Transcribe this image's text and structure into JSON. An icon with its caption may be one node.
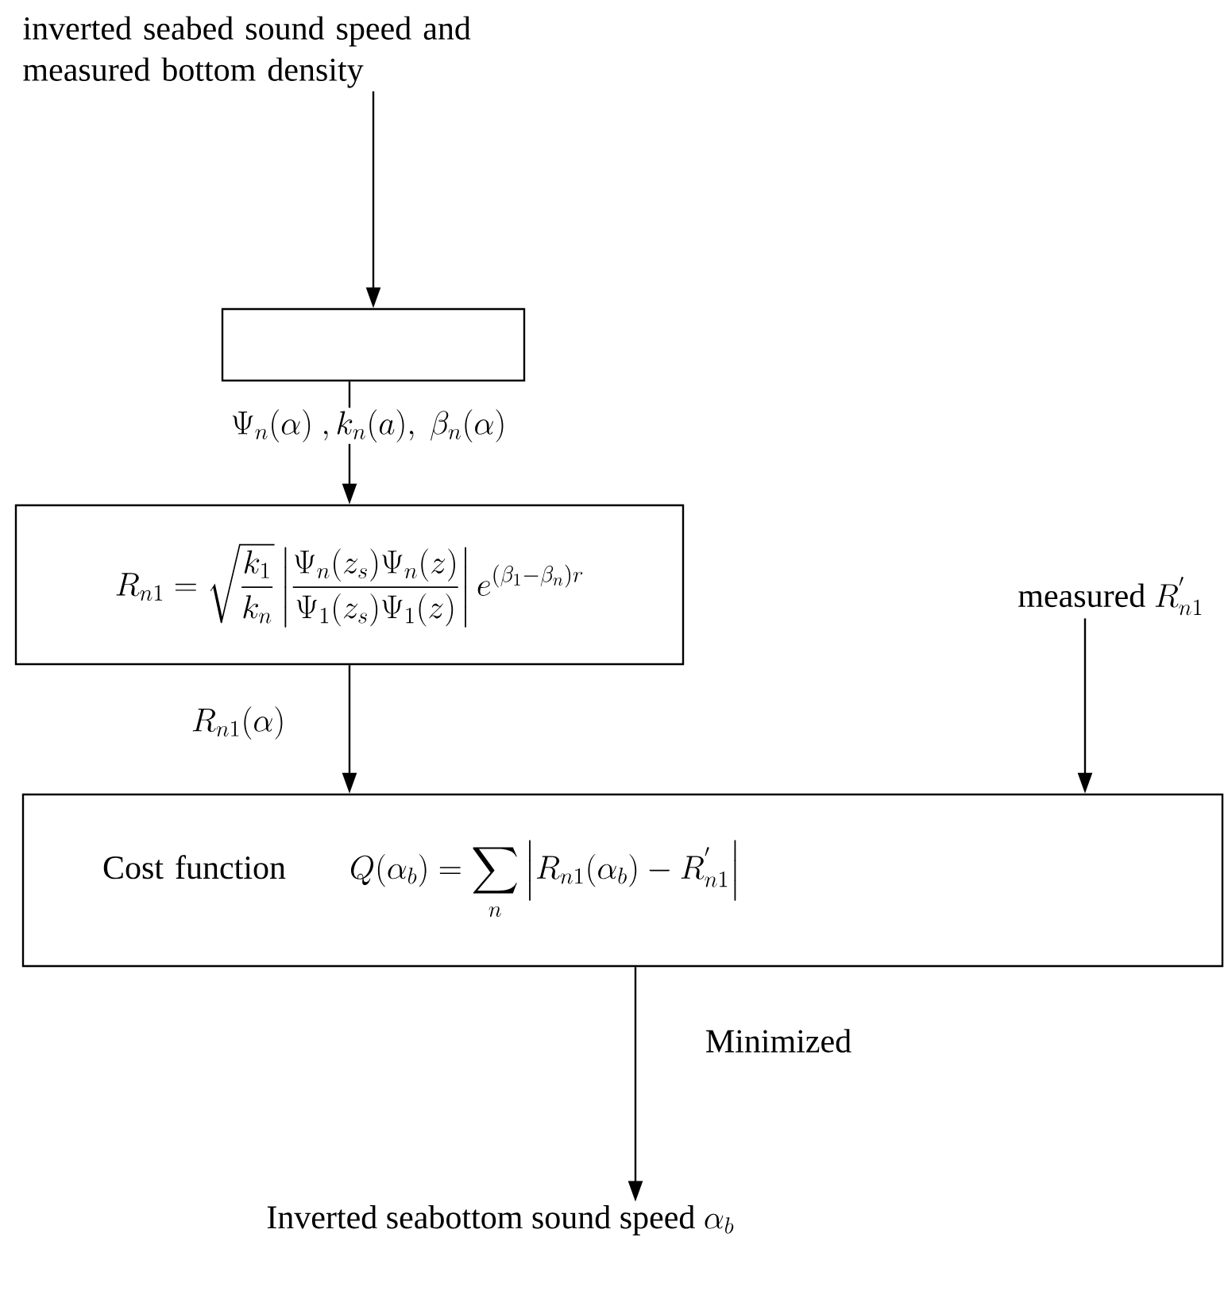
{
  "diagram": {
    "nodes": [
      {
        "text": [
          "inverted seabed sound speed and measured bottom density"
        ]
      },
      {
        "text": [],
        "shape": "box"
      },
      {
        "text": [
          "R_{n1}=\\sqrt{\\frac{k_1}{k_n}}\\left|\\frac{\\Psi_n(z_s)\\Psi_n(z)}{\\Psi_1(z_s)\\Psi_1(z)}\\right|e^{(\\beta_1-\\beta_n)r}"
        ]
      },
      {
        "text": [
          "\\text{measured }R^{'}_{n1}"
        ]
      },
      {
        "text": [
          "Cost function",
          "Q(\\alpha_b)=\\sum_n\\left|R_{n1}(\\alpha_b)-R^{'}_{n1}\\right|"
        ]
      },
      {
        "text": [
          "\\text{Inverted seabottom sound speed }\\alpha_b"
        ]
      }
    ],
    "edges": [
      {
        "from": 0,
        "to": 1,
        "arrow": "to"
      },
      {
        "from": 1,
        "to": 2,
        "arrow": "to",
        "label": "\\Psi_n(\\alpha)\\ ,k_n(a),\\ \\beta_n(\\alpha)"
      },
      {
        "from": 2,
        "to": 4,
        "arrow": "to",
        "label": "R_{n1}(\\alpha)"
      },
      {
        "from": 3,
        "to": 4,
        "arrow": "to"
      },
      {
        "from": 4,
        "to": 5,
        "arrow": "to",
        "label": "Minimized"
      }
    ]
  }
}
